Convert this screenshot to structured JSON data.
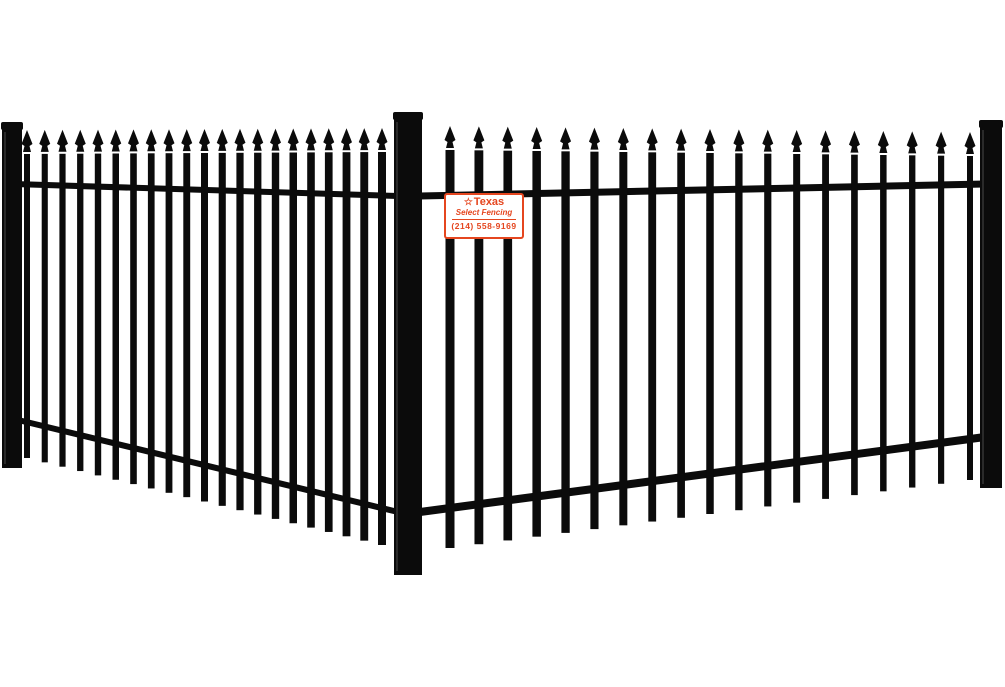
{
  "scene": {
    "subject": "black-aluminum-spear-top-fence-corner",
    "colors": {
      "fence": "#0b0b0b",
      "background": "#ffffff",
      "sign_accent": "#e5461f"
    }
  },
  "sign": {
    "icon": "star-icon",
    "line1": "Texas",
    "line2": "Select Fencing",
    "phone": "(214) 558-9169"
  }
}
